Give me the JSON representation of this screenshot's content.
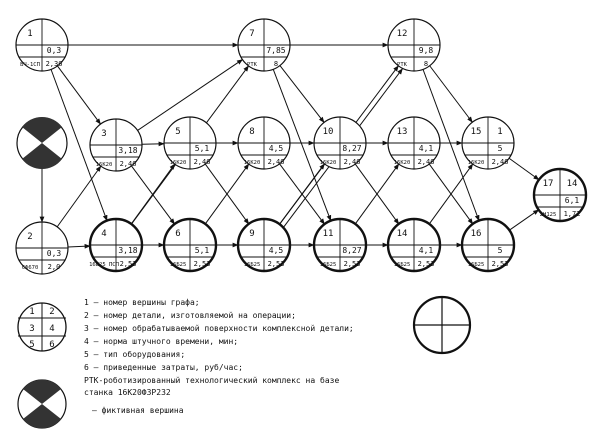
{
  "nodes": [
    {
      "id": "1",
      "tl": "1",
      "tr": "",
      "ml": "",
      "mr": "0,3",
      "bl": "ВЧ-1СП",
      "br": "2,36",
      "bold": false
    },
    {
      "id": "2",
      "tl": "2",
      "tr": "",
      "ml": "",
      "mr": "0,3",
      "bl": "СФ670",
      "br": "2,0",
      "bold": false
    },
    {
      "id": "3",
      "tl": "3",
      "tr": "",
      "ml": "",
      "mr": "3,18",
      "bl": "16К20",
      "br": "2,46",
      "bold": false
    },
    {
      "id": "4",
      "tl": "4",
      "tr": "",
      "ml": "",
      "mr": "3,18",
      "bl": "16Б25 ПСП",
      "br": "2,53",
      "bold": true
    },
    {
      "id": "5",
      "tl": "5",
      "tr": "",
      "ml": "",
      "mr": "5,1",
      "bl": "16К20",
      "br": "2,46",
      "bold": false
    },
    {
      "id": "6",
      "tl": "6",
      "tr": "",
      "ml": "",
      "mr": "5,1",
      "bl": "16Б25",
      "br": "2,53",
      "bold": true
    },
    {
      "id": "7",
      "tl": "7",
      "tr": "",
      "ml": "",
      "mr": "7,85",
      "bl": "РТК",
      "br": "8",
      "bold": false
    },
    {
      "id": "8",
      "tl": "8",
      "tr": "",
      "ml": "",
      "mr": "4,5",
      "bl": "16К20",
      "br": "2,46",
      "bold": false
    },
    {
      "id": "9",
      "tl": "9",
      "tr": "",
      "ml": "",
      "mr": "4,5",
      "bl": "16Б25",
      "br": "2,53",
      "bold": true
    },
    {
      "id": "10",
      "tl": "10",
      "tr": "",
      "ml": "",
      "mr": "8,27",
      "bl": "16К20",
      "br": "2,46",
      "bold": false
    },
    {
      "id": "11",
      "tl": "11",
      "tr": "",
      "ml": "",
      "mr": "8,27",
      "bl": "16Б25",
      "br": "2,53",
      "bold": true
    },
    {
      "id": "12",
      "tl": "12",
      "tr": "",
      "ml": "",
      "mr": "9,8",
      "bl": "РТК",
      "br": "8",
      "bold": false
    },
    {
      "id": "13",
      "tl": "13",
      "tr": "",
      "ml": "",
      "mr": "4,1",
      "bl": "16К20",
      "br": "2,46",
      "bold": false
    },
    {
      "id": "14",
      "tl": "14",
      "tr": "",
      "ml": "",
      "mr": "4,1",
      "bl": "16Б25",
      "br": "2,53",
      "bold": true
    },
    {
      "id": "15",
      "tl": "15",
      "tr": "1",
      "ml": "",
      "mr": "5",
      "bl": "16К20",
      "br": "2,46",
      "bold": false
    },
    {
      "id": "16",
      "tl": "16",
      "tr": "",
      "ml": "",
      "mr": "5",
      "bl": "16Б25",
      "br": "2,53",
      "bold": true
    },
    {
      "id": "17",
      "tl": "17",
      "tr": "14",
      "ml": "",
      "mr": "6,1",
      "bl": "2Н125",
      "br": "1,72",
      "bold": true
    }
  ],
  "legend": {
    "key_cells": [
      "1",
      "2",
      "3",
      "4",
      "5",
      "6"
    ],
    "lines": [
      "1 – номер вершины графа;",
      "2 – номер детали, изготовляемой на операции;",
      "3 – номер обрабатываемой поверхности комплексной детали;",
      "4 – норма штучного времени, мин;",
      "5 – тип оборудования;",
      "6 – приведенные затраты, руб/час;",
      "РТК-роботизированный технологический комплекс на базе",
      "    станка 16К20Ф3Р232"
    ],
    "fictitious_label": "– фиктивная вершина"
  },
  "colors": {
    "ink": "#111111",
    "background": "#ffffff"
  }
}
